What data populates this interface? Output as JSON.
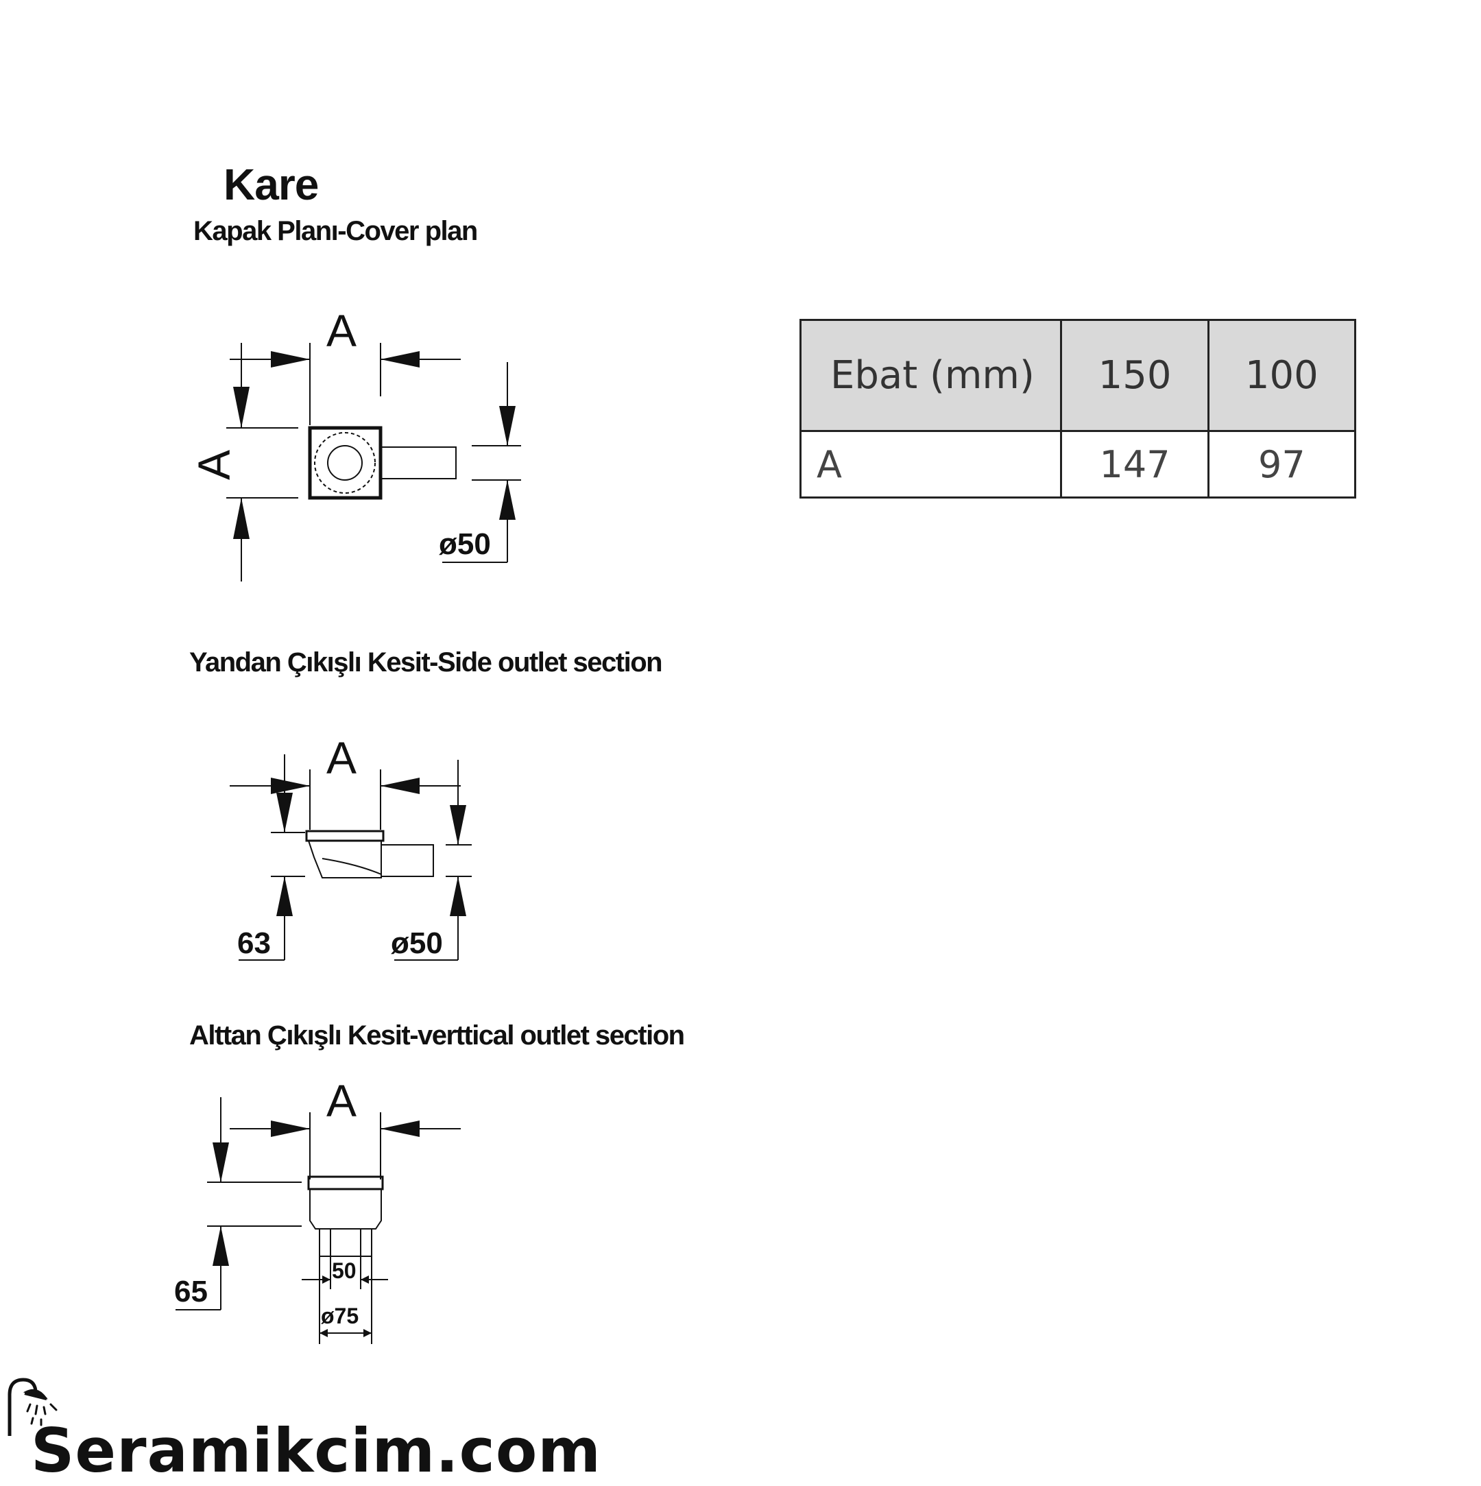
{
  "title": "Kare",
  "captions": {
    "cover_plan": "Kapak Planı-Cover plan",
    "side_outlet": "Yandan Çıkışlı Kesit-Side outlet section",
    "vertical_outlet": "Alttan Çıkışlı Kesit-verttical outlet section"
  },
  "dimensions": {
    "a": "A",
    "pipe_50": "ø50",
    "height_side": "63",
    "height_vertical": "65",
    "inner_50": "50",
    "outer_75": "ø75"
  },
  "table": {
    "header": [
      "Ebat (mm)",
      "150",
      "100"
    ],
    "rows": [
      [
        "A",
        "147",
        "97"
      ]
    ]
  },
  "brand": {
    "name": "Seramikcim.com",
    "icon": "shower-icon"
  }
}
